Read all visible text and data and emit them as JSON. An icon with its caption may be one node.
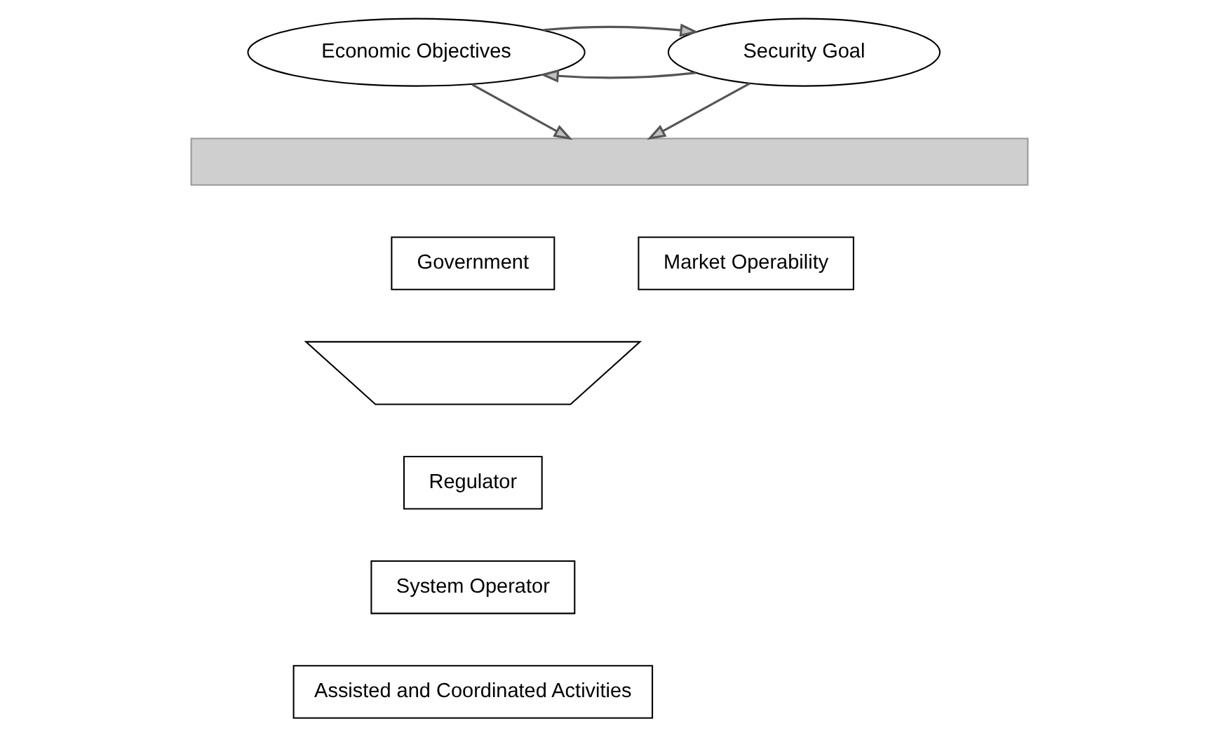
{
  "diagram": {
    "nodes": [
      {
        "text": [
          "Economic Objectives"
        ]
      },
      {
        "text": [
          "Security Goal"
        ]
      },
      {
        "text": [],
        "shape": "bar"
      },
      {
        "text": [
          "Government"
        ]
      },
      {
        "text": [
          "Market Operability"
        ]
      },
      {
        "text": [],
        "shape": "trapezoid"
      },
      {
        "text": [
          "Regulator"
        ]
      },
      {
        "text": [
          "System Operator"
        ]
      },
      {
        "text": [
          "Assisted and Coordinated Activities"
        ]
      }
    ],
    "edges": [
      {
        "from": 1,
        "to": 0,
        "arrow": "to"
      },
      {
        "from": 0,
        "to": 1,
        "arrow": "to"
      },
      {
        "from": 0,
        "to": 2,
        "arrow": "to"
      },
      {
        "from": 1,
        "to": 2,
        "arrow": "to"
      }
    ]
  }
}
